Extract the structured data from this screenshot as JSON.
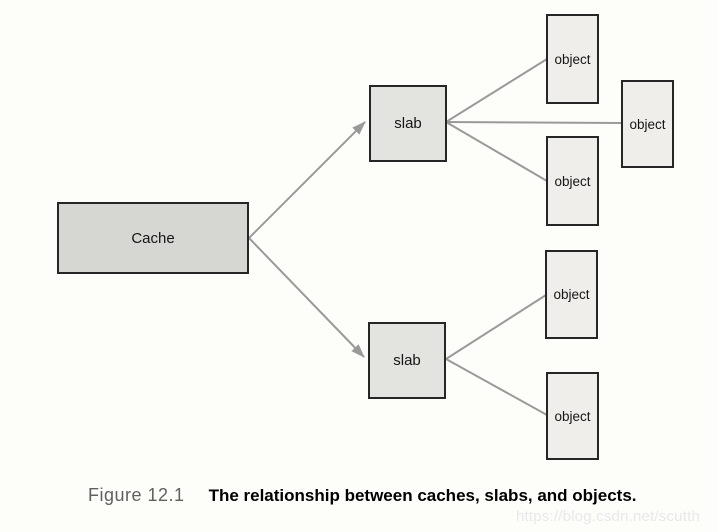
{
  "diagram": {
    "nodes": {
      "cache": {
        "label": "Cache"
      },
      "slab_top": {
        "label": "slab"
      },
      "slab_bottom": {
        "label": "slab"
      },
      "object_1": {
        "label": "object"
      },
      "object_2": {
        "label": "object"
      },
      "object_right": {
        "label": "object"
      },
      "object_3": {
        "label": "object"
      },
      "object_4": {
        "label": "object"
      }
    },
    "edges": [
      {
        "from": "cache",
        "to": "slab_top",
        "style": "arrow"
      },
      {
        "from": "cache",
        "to": "slab_bottom",
        "style": "arrow"
      },
      {
        "from": "slab_top",
        "to": "object_1",
        "style": "line"
      },
      {
        "from": "slab_top",
        "to": "object_right",
        "style": "line"
      },
      {
        "from": "slab_top",
        "to": "object_2",
        "style": "line"
      },
      {
        "from": "slab_bottom",
        "to": "object_3",
        "style": "line"
      },
      {
        "from": "slab_bottom",
        "to": "object_4",
        "style": "line"
      }
    ],
    "colors": {
      "cache_fill": "#d6d7d3",
      "slab_fill": "#e3e3e0",
      "object_fill": "#efeeea",
      "box_border": "#262626",
      "line": "#9a9a9a"
    }
  },
  "caption": {
    "label": "Figure 12.1",
    "text": "The relationship between caches, slabs, and objects."
  },
  "watermark": {
    "text": "https://blog.csdn.net/scutth"
  }
}
